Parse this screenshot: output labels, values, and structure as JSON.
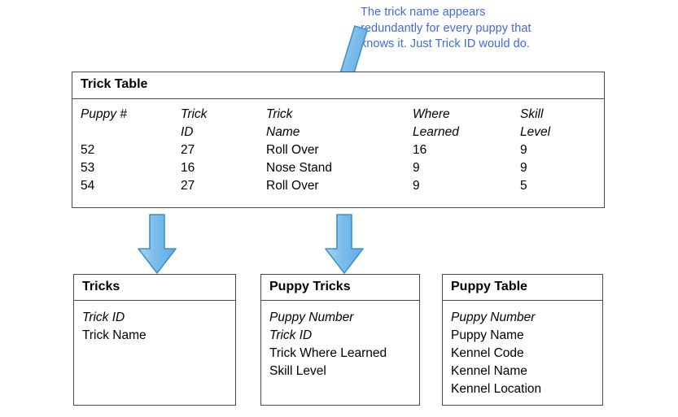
{
  "annotation": {
    "lines": [
      "The trick name appears",
      "redundantly for every puppy that",
      "knows it. Just Trick ID would do."
    ],
    "color": "#4169e1"
  },
  "arrows": {
    "fill": "#74b8e8",
    "stroke": "#3f90d0",
    "highlight": "#a8d6f2",
    "diagonal": {
      "name": "annotation-pointer-arrow"
    },
    "left": {
      "name": "decompose-to-tricks-arrow"
    },
    "middle": {
      "name": "decompose-to-puppy-tricks-arrow"
    }
  },
  "trick_table": {
    "title": "Trick Table",
    "columns": [
      {
        "header_line1": "Puppy #",
        "header_line2": ""
      },
      {
        "header_line1": "Trick",
        "header_line2": "ID"
      },
      {
        "header_line1": "Trick",
        "header_line2": "Name"
      },
      {
        "header_line1": "Where",
        "header_line2": "Learned"
      },
      {
        "header_line1": "Skill",
        "header_line2": "Level"
      }
    ],
    "rows": [
      [
        "52",
        "27",
        "Roll Over",
        "16",
        "9"
      ],
      [
        "53",
        "16",
        "Nose Stand",
        "9",
        "9"
      ],
      [
        "54",
        "27",
        "Roll Over",
        "9",
        "5"
      ]
    ]
  },
  "entities": [
    {
      "title": "Tricks",
      "fields": [
        {
          "label": "Trick ID",
          "key": true
        },
        {
          "label": "Trick Name",
          "key": false
        }
      ]
    },
    {
      "title": "Puppy Tricks",
      "fields": [
        {
          "label": "Puppy Number",
          "key": true
        },
        {
          "label": "Trick ID",
          "key": true
        },
        {
          "label": "Trick Where Learned",
          "key": false
        },
        {
          "label": "Skill Level",
          "key": false
        }
      ]
    },
    {
      "title": "Puppy Table",
      "fields": [
        {
          "label": "Puppy Number",
          "key": true
        },
        {
          "label": "Puppy Name",
          "key": false
        },
        {
          "label": "Kennel Code",
          "key": false
        },
        {
          "label": "Kennel Name",
          "key": false
        },
        {
          "label": "Kennel Location",
          "key": false
        }
      ]
    }
  ]
}
